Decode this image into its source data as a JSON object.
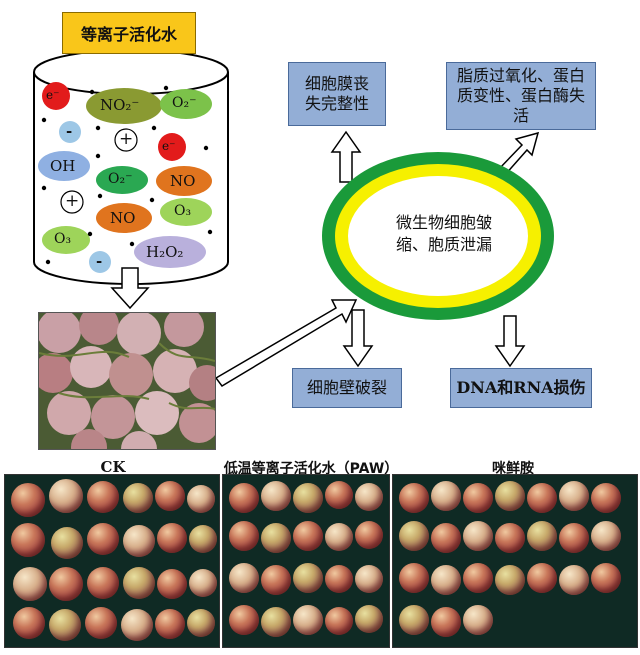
{
  "title": "等离子活化水",
  "species": {
    "e1": "e⁻",
    "no2": "NO₂⁻",
    "o2a": "O₂⁻",
    "minus1": "-",
    "plus1": "+",
    "e2": "e⁻",
    "oh": "OH",
    "o2b": "O₂⁻",
    "no1": "NO",
    "plus2": "+",
    "no2b": "NO",
    "o3a": "O₃",
    "o3b": "O₃",
    "minus2": "-",
    "h2o2": "H₂O₂"
  },
  "effects": {
    "membrane": "细胞膜丧失完整性",
    "lipid": "脂质过氧化、蛋白质变性、蛋白酶失活",
    "wall": "细胞壁破裂",
    "dna": "DNA和RNA损伤"
  },
  "center": "微生物细胞皱缩、胞质泄漏",
  "groups": {
    "ck": "CK",
    "paw": "低温等离子活化水（PAW）",
    "prochloraz": "咪鲜胺"
  },
  "colors": {
    "ring_outer": "#1a9a3a",
    "ring_inner": "#f6f000",
    "effect_box": "#93aed6",
    "title_box": "#f9c61a"
  }
}
